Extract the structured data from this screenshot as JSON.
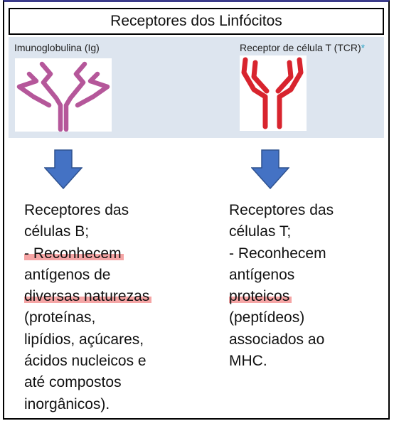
{
  "title": "Receptores dos Linfócitos",
  "figure": {
    "left_label": "Imunoglobulina (Ig)",
    "right_label": "Receptor de célula T (TCR)",
    "right_label_mark": "*",
    "colors": {
      "ig": "#b5579a",
      "tcr": "#d8242e",
      "panel": "#dde5ef"
    }
  },
  "arrow_color": "#4472c4",
  "left_text": {
    "lines": [
      {
        "text": "Receptores das",
        "highlight": false
      },
      {
        "text": "células B;",
        "highlight": false
      },
      {
        "text": "- Reconhecem",
        "highlight": true
      },
      {
        "text": "antígenos de",
        "highlight": false
      },
      {
        "text": "diversas naturezas",
        "highlight": true
      },
      {
        "text": "(proteínas,",
        "highlight": false
      },
      {
        "text": "lipídios, açúcares,",
        "highlight": false
      },
      {
        "text": "ácidos nucleicos e",
        "highlight": false
      },
      {
        "text": "até compostos",
        "highlight": false
      },
      {
        "text": "inorgânicos).",
        "highlight": false
      }
    ]
  },
  "right_text": {
    "lines": [
      {
        "text": "Receptores das",
        "highlight": false
      },
      {
        "text": "células T;",
        "highlight": false
      },
      {
        "text": "- Reconhecem",
        "highlight": false
      },
      {
        "text": "antígenos",
        "highlight": false
      },
      {
        "text": "proteicos",
        "highlight": true
      },
      {
        "text": "(peptídeos)",
        "highlight": false
      },
      {
        "text": "associados ao",
        "highlight": false
      },
      {
        "text": "MHC.",
        "highlight": false
      }
    ]
  },
  "highlight_color": "#f5a5a5"
}
